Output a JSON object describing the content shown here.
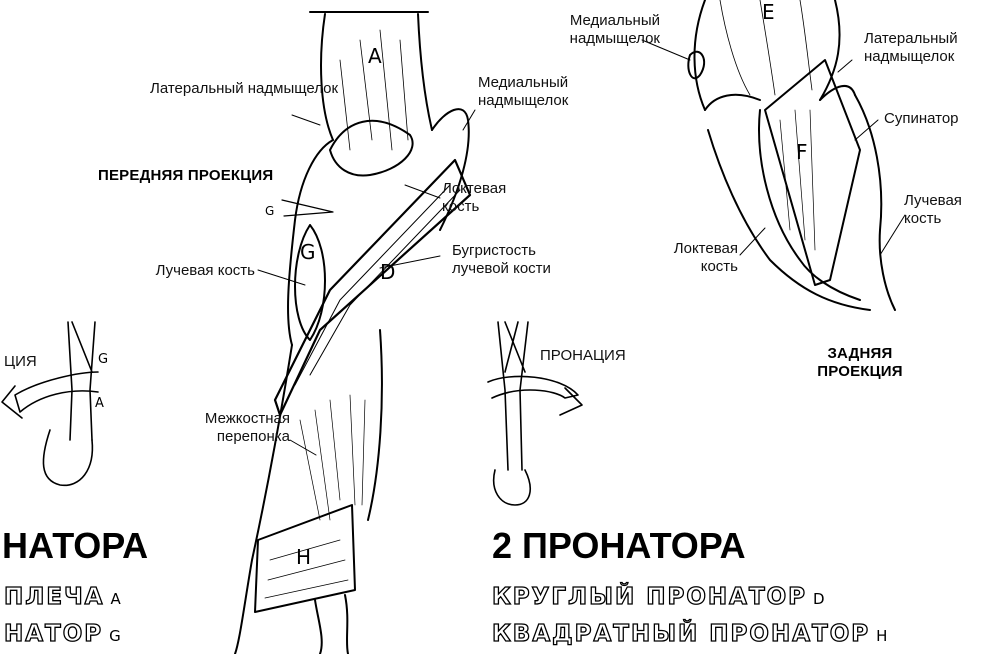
{
  "headings": {
    "front_view": "ПЕРЕДНЯЯ ПРОЕКЦИЯ",
    "back_view": "ЗАДНЯЯ ПРОЕКЦИЯ"
  },
  "titles": {
    "left": "НАТОРА",
    "right": "2 ПРОНАТОРА"
  },
  "legend": {
    "left_line1": "ПЛЕЧА",
    "left_line1_key": "A",
    "left_line2": "НАТОР",
    "left_line2_key": "G",
    "right_line1": "КРУГЛЫЙ ПРОНАТОР",
    "right_line1_key": "D",
    "right_line2": "КВАДРАТНЫЙ ПРОНАТОР",
    "right_line2_key": "H"
  },
  "labels": {
    "lateral_epicondyle_front": "Латеральный надмыщелок",
    "medial_epicondyle_front": "Медиальный надмыщелок",
    "ulna_front": "Локтевая кость",
    "radial_tuberosity": "Бугристость лучевой кости",
    "radius_front": "Лучевая кость",
    "interosseous_membrane": "Межкостная перепонка",
    "medial_epicondyle_back": "Медиальный надмыщелок",
    "lateral_epicondyle_back": "Латеральный надмыщелок",
    "supinator": "Супинатор",
    "radius_back": "Лучевая кость",
    "ulna_back": "Локтевая кость",
    "supination_arrow": "ЦИЯ",
    "pronation_arrow": "ПРОНАЦИЯ"
  },
  "letters": {
    "A": "A",
    "D": "D",
    "E": "E",
    "F": "F",
    "G": "G",
    "H": "H"
  }
}
